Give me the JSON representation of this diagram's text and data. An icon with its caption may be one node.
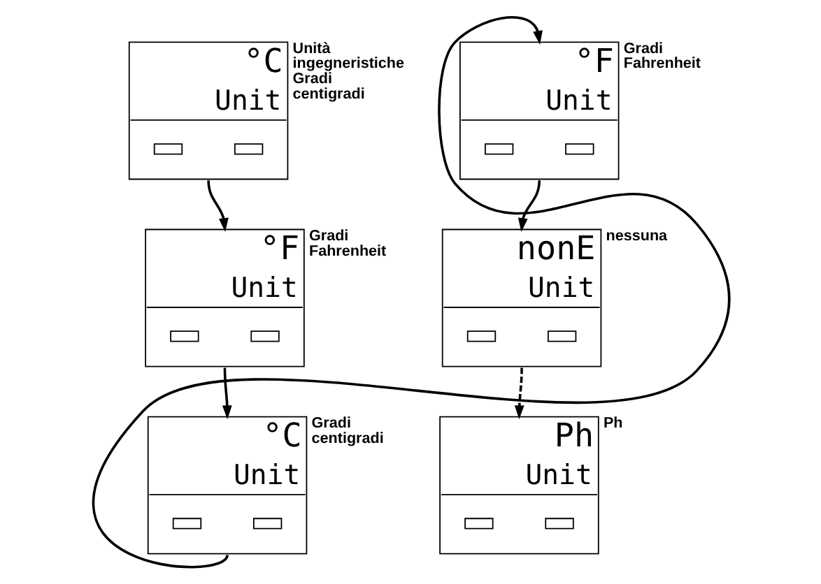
{
  "diagram": {
    "nodes": [
      {
        "text": [
          "°C",
          "Unit"
        ],
        "beside": [
          "Unità ingegneristiche",
          "Gradi centigradi"
        ]
      },
      {
        "text": [
          "°F",
          "Unit"
        ],
        "beside": [
          "Gradi Fahrenheit"
        ]
      },
      {
        "text": [
          "°C",
          "Unit"
        ],
        "beside": [
          "Gradi centigradi"
        ]
      },
      {
        "text": [
          "°F",
          "Unit"
        ],
        "beside": [
          "Gradi Fahrenheit"
        ]
      },
      {
        "text": [
          "nonE",
          "Unit"
        ],
        "beside": [
          "nessuna"
        ]
      },
      {
        "text": [
          "Ph",
          "Unit"
        ],
        "beside": [
          "Ph"
        ]
      }
    ],
    "edges": [
      {
        "from": 0,
        "to": 1,
        "arrow": "to"
      },
      {
        "from": 1,
        "to": 2,
        "arrow": "to"
      },
      {
        "from": 2,
        "to": 3,
        "arrow": "to"
      },
      {
        "from": 3,
        "to": 4,
        "arrow": "to"
      },
      {
        "from": 4,
        "to": 5,
        "arrow": "to",
        "style": "dashed"
      }
    ]
  }
}
